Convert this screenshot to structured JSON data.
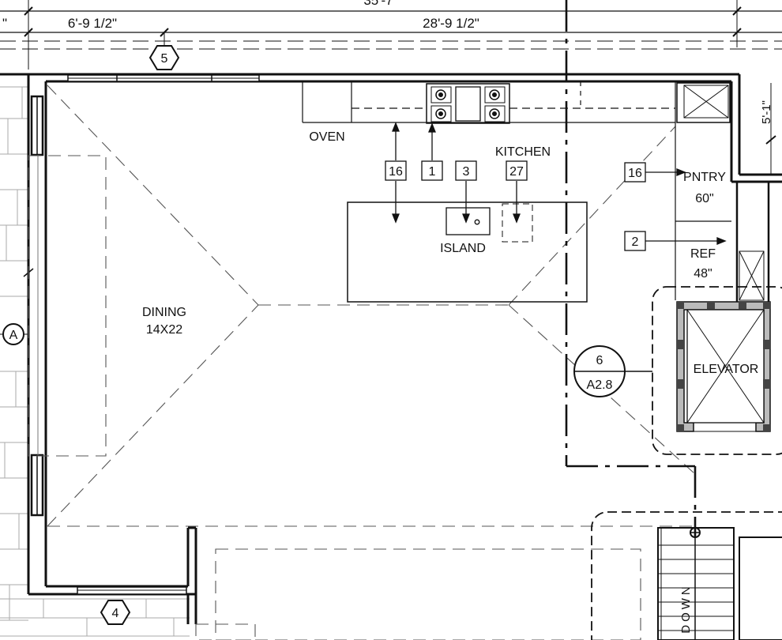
{
  "dimensions": {
    "top_cut": "35'-7\"",
    "left_cut": "\"",
    "seg_left": "6'-9 1/2\"",
    "seg_main": "28'-9 1/2\""
  },
  "grid_tags": {
    "top": "5",
    "bottom": "4",
    "left": "A"
  },
  "rooms": {
    "dining_name": "DINING",
    "dining_size": "14X22",
    "kitchen": "KITCHEN",
    "island": "ISLAND",
    "oven": "OVEN",
    "pantry_name": "PNTRY",
    "pantry_size": "60\"",
    "ref_name": "REF",
    "ref_size": "48\"",
    "elevator": "ELEVATOR",
    "stair_text": "DOWN"
  },
  "keynotes": [
    "16",
    "1",
    "3",
    "27",
    "16",
    "2"
  ],
  "section_callout": {
    "number": "6",
    "sheet": "A2.8"
  },
  "right_edge_dim": "5'-1\""
}
